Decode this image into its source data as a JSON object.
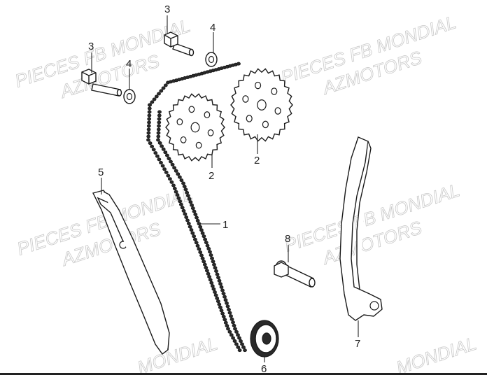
{
  "watermarks": [
    "PIECES FB MONDIAL",
    "AZMOTORS",
    "PIECES FB MONDIAL",
    "AZMOTORS",
    "PIECES FB MONDIAL",
    "AZMOTORS",
    "PIECES FB MONDIAL",
    "AZMOTORS",
    "MONDIAL",
    "MONDIAL"
  ],
  "callouts": [
    {
      "id": "c1",
      "label": "1"
    },
    {
      "id": "c2a",
      "label": "2"
    },
    {
      "id": "c2b",
      "label": "2"
    },
    {
      "id": "c3a",
      "label": "3"
    },
    {
      "id": "c3b",
      "label": "3"
    },
    {
      "id": "c4a",
      "label": "4"
    },
    {
      "id": "c4b",
      "label": "4"
    },
    {
      "id": "c5",
      "label": "5"
    },
    {
      "id": "c6",
      "label": "6"
    },
    {
      "id": "c7",
      "label": "7"
    },
    {
      "id": "c8",
      "label": "8"
    }
  ]
}
